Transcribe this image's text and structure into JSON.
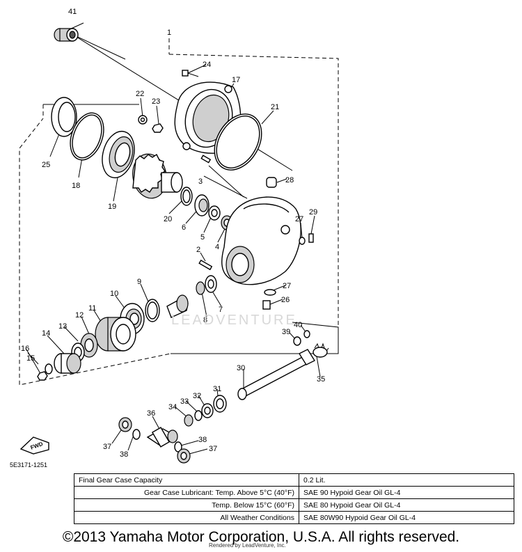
{
  "callouts": [
    "41",
    "1",
    "24",
    "17",
    "22",
    "23",
    "21",
    "25",
    "18",
    "19",
    "3",
    "28",
    "20",
    "6",
    "5",
    "4",
    "27",
    "29",
    "2",
    "9",
    "10",
    "11",
    "12",
    "13",
    "14",
    "15",
    "16",
    "7",
    "8",
    "27",
    "26",
    "40",
    "39",
    "35",
    "30",
    "31",
    "32",
    "33",
    "34",
    "36",
    "37",
    "38",
    "38",
    "37"
  ],
  "diagram_code": "5E3171-1251",
  "fwd_label": "FWD",
  "watermark": "LEADVENTURE",
  "spec_table": {
    "rows": [
      {
        "label": "Final Gear Case Capacity",
        "value": "0.2 Lit."
      },
      {
        "label": "Gear Case Lubricant: Temp. Above 5°C (40°F)",
        "value": "SAE 90 Hypoid Gear Oil GL-4"
      },
      {
        "label": "Temp. Below 15°C (60°F)",
        "value": "SAE 80 Hypoid Gear Oil GL-4"
      },
      {
        "label": "All Weather Conditions",
        "value": "SAE 80W90 Hypoid Gear Oil GL-4"
      }
    ]
  },
  "footer": {
    "copyright": "©2013 Yamaha Motor Corporation, U.S.A. All rights reserved.",
    "rendered_by": "Rendered by LeadVenture, Inc."
  }
}
